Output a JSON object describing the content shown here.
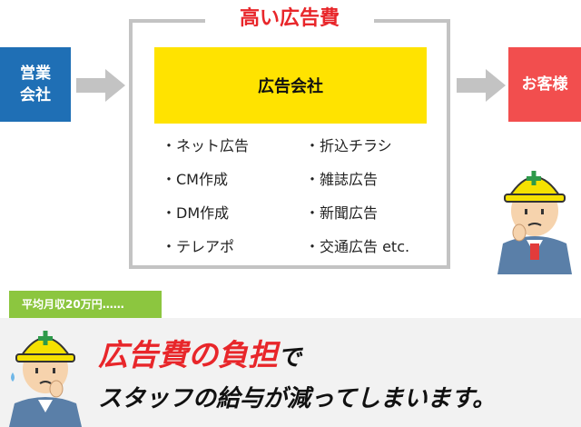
{
  "flow": {
    "sales_company": "営業\n会社",
    "customer": "お客様",
    "frame_title": "高い広告費",
    "agency": "広告会社"
  },
  "services": {
    "left": [
      "・ネット広告",
      "・CM作成",
      "・DM作成",
      "・テレアポ"
    ],
    "right": [
      "・折込チラシ",
      "・雑誌広告",
      "・新聞広告",
      "・交通広告 etc."
    ]
  },
  "burden": {
    "tag": "平均月収20万円……",
    "highlight": "広告費の負担",
    "highlight_suffix": "で",
    "line2": "スタッフの給与が減ってしまいます。"
  },
  "colors": {
    "sales_blue": "#1f6fb5",
    "customer_red": "#f24e4e",
    "agency_yellow": "#ffe300",
    "accent_red": "#e8262a",
    "tag_green": "#8cc63f",
    "frame_gray": "#c3c3c3"
  },
  "icons": [
    "arrow-right-icon",
    "worker-helmet-icon"
  ]
}
